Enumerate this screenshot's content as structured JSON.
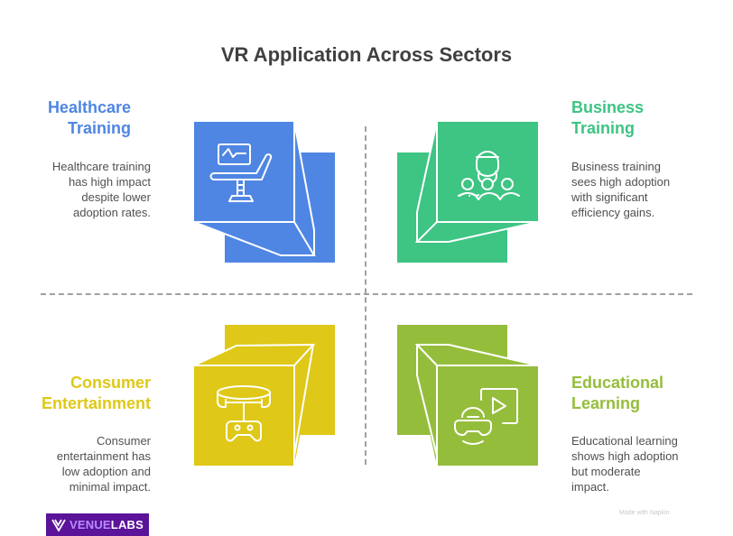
{
  "title": "VR Application Across Sectors",
  "quadrants": [
    {
      "id": "healthcare",
      "heading_line1": "Healthcare",
      "heading_line2": "Training",
      "description_lines": [
        "Healthcare training",
        "has high impact",
        "despite lower",
        "adoption rates."
      ],
      "color": "#4f86e3",
      "icon": "medical-chair-monitor-icon"
    },
    {
      "id": "business",
      "heading_line1": "Business",
      "heading_line2": "Training",
      "description_lines": [
        "Business training",
        "sees high adoption",
        "with significant",
        "efficiency gains."
      ],
      "color": "#3ec483",
      "icon": "vr-instructor-group-icon"
    },
    {
      "id": "consumer",
      "heading_line1": "Consumer",
      "heading_line2": "Entertainment",
      "description_lines": [
        "Consumer",
        "entertainment has",
        "low adoption and",
        "minimal impact."
      ],
      "color": "#dfc817",
      "icon": "vr-headset-gamepad-icon"
    },
    {
      "id": "educational",
      "heading_line1": "Educational",
      "heading_line2": "Learning",
      "description_lines": [
        "Educational learning",
        "shows high adoption",
        "but moderate",
        "impact."
      ],
      "color": "#95bd3c",
      "icon": "vr-video-play-icon"
    }
  ],
  "logo": {
    "part1": "VENUE",
    "part2": "LABS",
    "bg_color": "#5a1399"
  },
  "watermark": "Made with Napkin"
}
